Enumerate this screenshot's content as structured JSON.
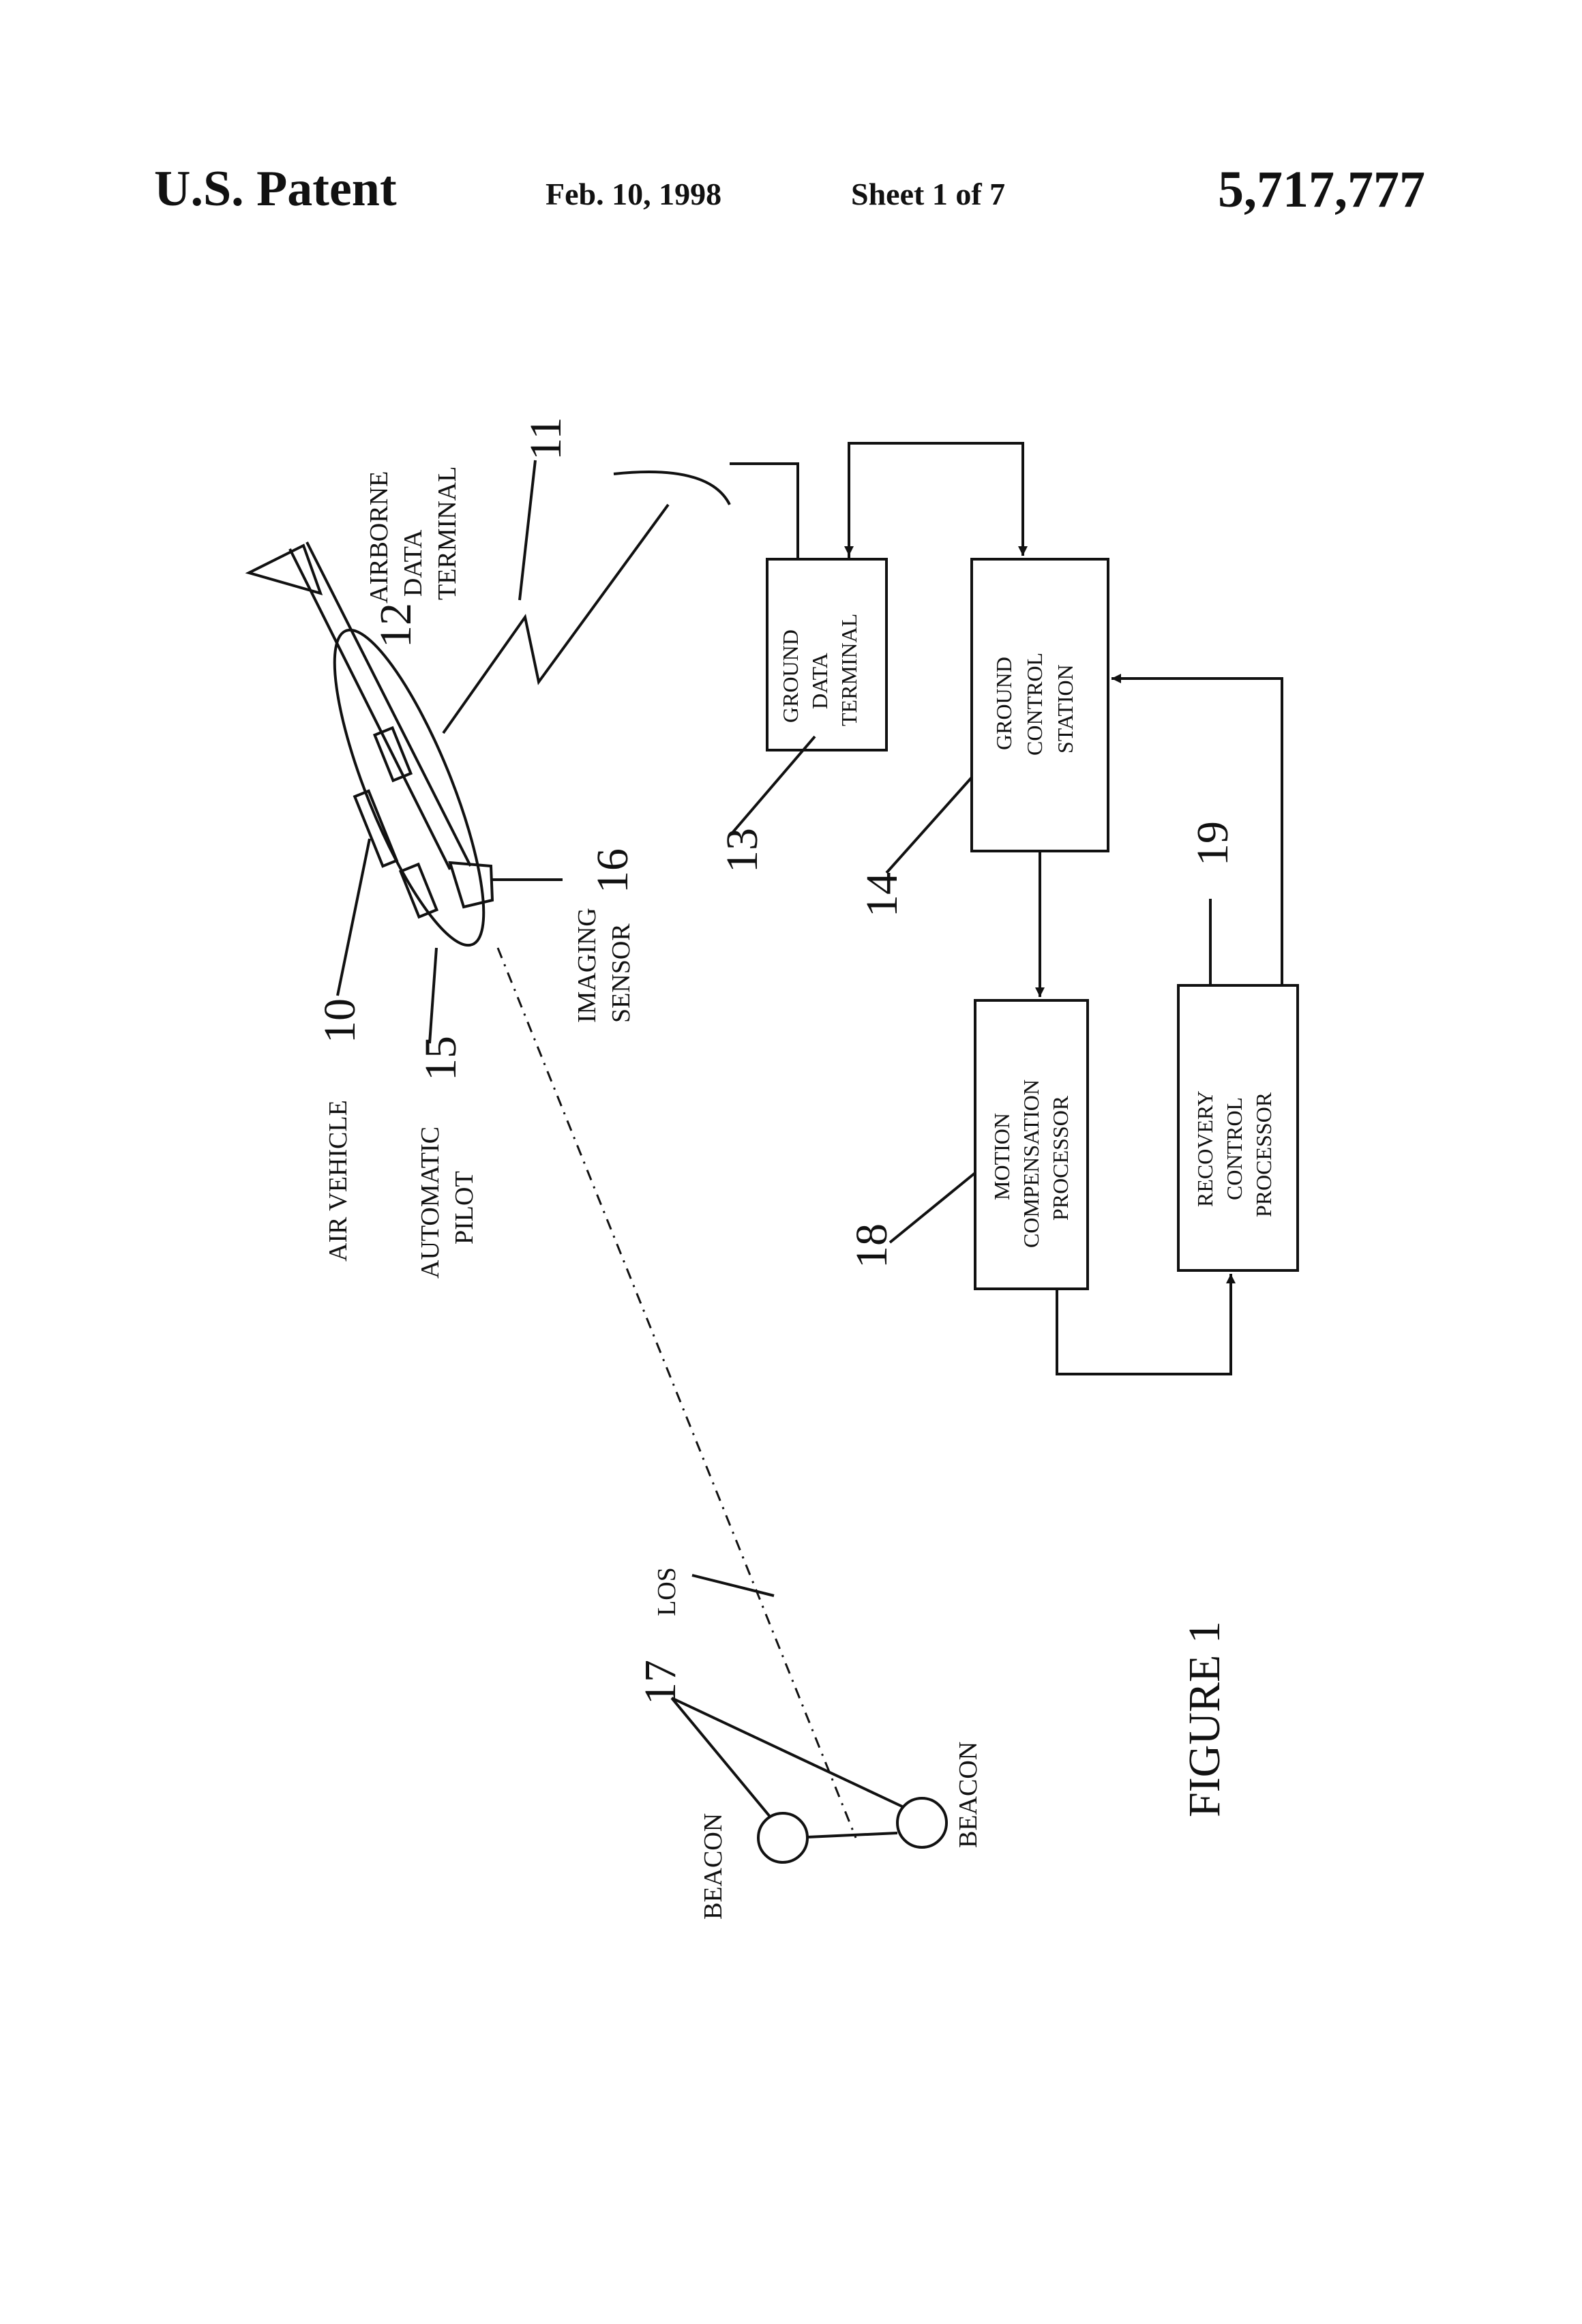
{
  "header": {
    "left": "U.S. Patent",
    "date": "Feb. 10, 1998",
    "sheet": "Sheet 1 of 7",
    "patent_number": "5,717,777"
  },
  "figure": {
    "caption": "FIGURE 1",
    "labels": {
      "air_vehicle": "AIR VEHICLE",
      "airborne_line1": "AIRBORNE",
      "airborne_line2": "DATA",
      "airborne_line3": "TERMINAL",
      "autopilot_line1": "AUTOMATIC",
      "autopilot_line2": "PILOT",
      "imaging_line1": "IMAGING",
      "imaging_line2": "SENSOR",
      "los": "LOS",
      "beacon_left": "BEACON",
      "beacon_right": "BEACON"
    },
    "boxes": {
      "gdt_line1": "GROUND",
      "gdt_line2": "DATA",
      "gdt_line3": "TERMINAL",
      "gcs_line1": "GROUND",
      "gcs_line2": "CONTROL",
      "gcs_line3": "STATION",
      "mcp_line1": "MOTION",
      "mcp_line2": "COMPENSATION",
      "mcp_line3": "PROCESSOR",
      "rcp_line1": "RECOVERY",
      "rcp_line2": "CONTROL",
      "rcp_line3": "PROCESSOR"
    },
    "refs": {
      "r10": "10",
      "r11": "11",
      "r12": "12",
      "r13": "13",
      "r14": "14",
      "r15": "15",
      "r16": "16",
      "r17": "17",
      "r18": "18",
      "r19": "19"
    }
  }
}
